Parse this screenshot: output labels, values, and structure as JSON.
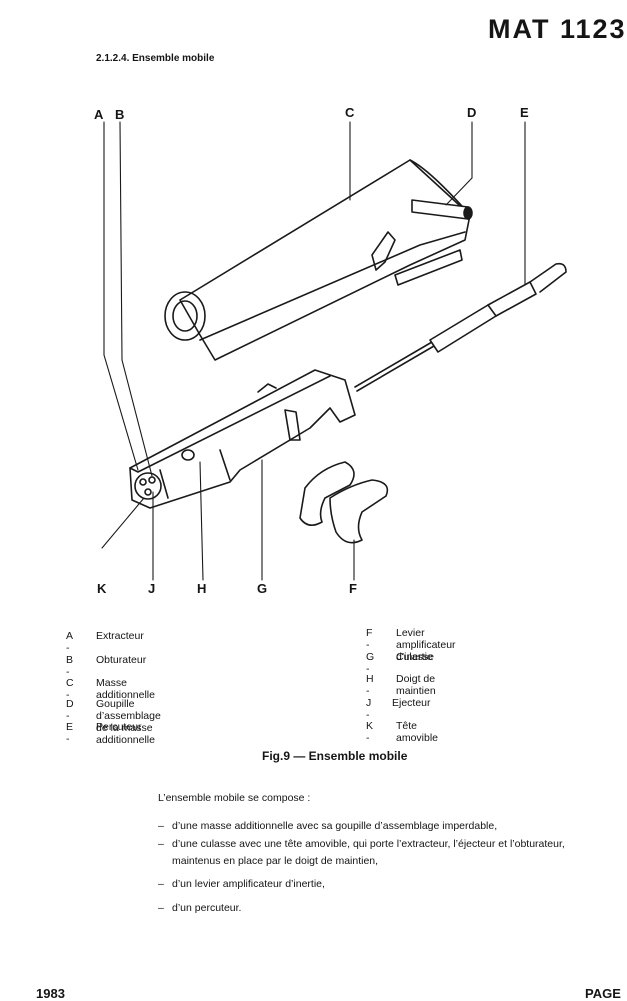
{
  "header": {
    "doc_title": "MAT 1123",
    "section": "2.1.2.4.  Ensemble mobile"
  },
  "figure": {
    "callouts": [
      "A",
      "B",
      "C",
      "D",
      "E",
      "K",
      "J",
      "H",
      "G",
      "F"
    ],
    "legend_left": [
      {
        "key": "A -",
        "text": "Extracteur"
      },
      {
        "key": "B -",
        "text": "Obturateur"
      },
      {
        "key": "C -",
        "text": "Masse additionnelle"
      },
      {
        "key": "D -",
        "text": "Goupille d’assemblage de la masse additionnelle"
      },
      {
        "key": "E -",
        "text": "Percuteur"
      }
    ],
    "legend_right": [
      {
        "key": "F -",
        "text": "Levier amplificateur d’inertie"
      },
      {
        "key": "G -",
        "text": "Culasse"
      },
      {
        "key": "H -",
        "text": "Doigt de maintien"
      },
      {
        "key": "J -",
        "text": "Ejecteur"
      },
      {
        "key": "K -",
        "text": "Tête amovible"
      }
    ],
    "caption": "Fig.9 — Ensemble mobile"
  },
  "body": {
    "intro": "L’ensemble mobile se compose  :",
    "bullets": [
      {
        "dash": "–",
        "text": "d’une masse additionnelle avec sa goupille d’assemblage imperdable,"
      },
      {
        "dash": "–",
        "text": "d’une culasse avec une tête amovible, qui porte l’extracteur, l’éjecteur et l’obturateur, maintenus  en place par le doigt de maintien,"
      },
      {
        "dash": "–",
        "text": "d’un levier amplificateur d’inertie,"
      },
      {
        "dash": "–",
        "text": "d’un percuteur."
      }
    ]
  },
  "footer": {
    "year": "1983",
    "page": "PAGE"
  }
}
